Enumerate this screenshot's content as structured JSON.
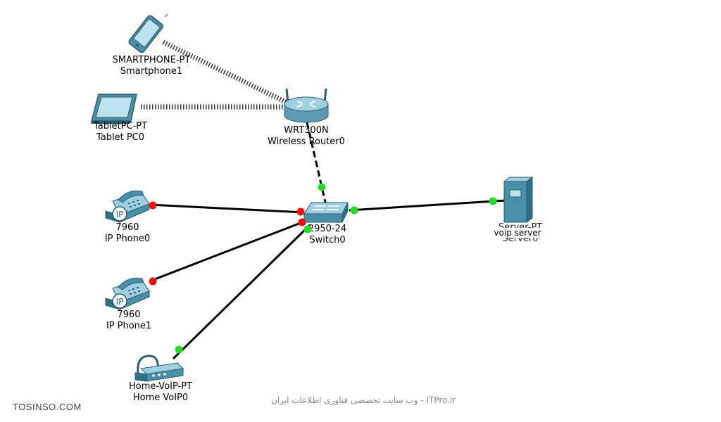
{
  "devices": {
    "smartphone": {
      "model": "SMARTPHONE-PT",
      "name": "Smartphone1"
    },
    "tablet": {
      "model": "TabletPC-PT",
      "name": "Tablet PC0"
    },
    "router": {
      "model": "WRT300N",
      "name": "Wireless Router0"
    },
    "switch": {
      "model": "2950-24",
      "name": "Switch0"
    },
    "ipphone0": {
      "model": "7960",
      "name": "IP Phone0"
    },
    "ipphone1": {
      "model": "7960",
      "name": "IP Phone1"
    },
    "homevoip": {
      "model": "Home-VoIP-PT",
      "name": "Home VoIP0"
    },
    "server": {
      "model": "Server-PT",
      "name": "Server0",
      "annotation": "voip server"
    }
  },
  "phone_badge": "IP",
  "link_status_colors": {
    "up": "#22dd22",
    "down": "#ee1111"
  },
  "watermarks": {
    "left": "TOSINSO.COM",
    "center": "ITPro.ir - وب سایت تخصصی فناوری اطلاعات ایران"
  }
}
